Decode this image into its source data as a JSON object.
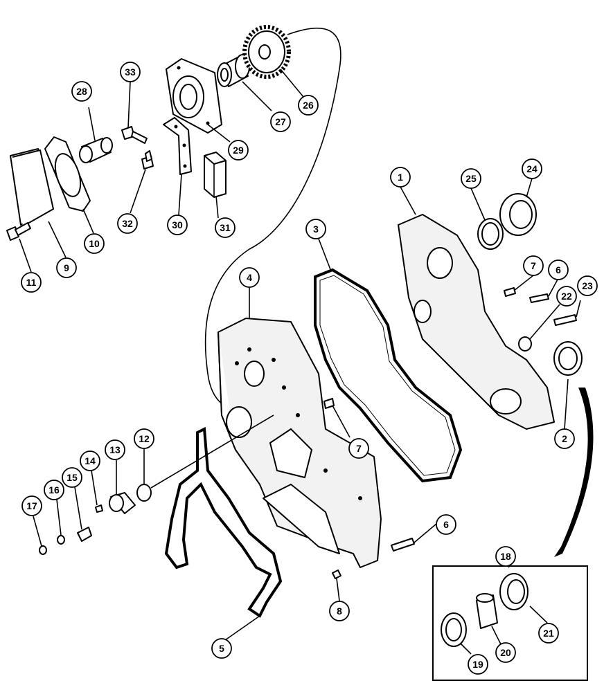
{
  "diagram": {
    "callouts": [
      "1",
      "2",
      "3",
      "4",
      "5",
      "6",
      "6",
      "7",
      "7",
      "8",
      "9",
      "10",
      "11",
      "12",
      "13",
      "14",
      "15",
      "16",
      "17",
      "18",
      "19",
      "20",
      "21",
      "22",
      "23",
      "24",
      "25",
      "26",
      "27",
      "28",
      "29",
      "30",
      "31",
      "32",
      "33"
    ],
    "kit_label": "18"
  }
}
